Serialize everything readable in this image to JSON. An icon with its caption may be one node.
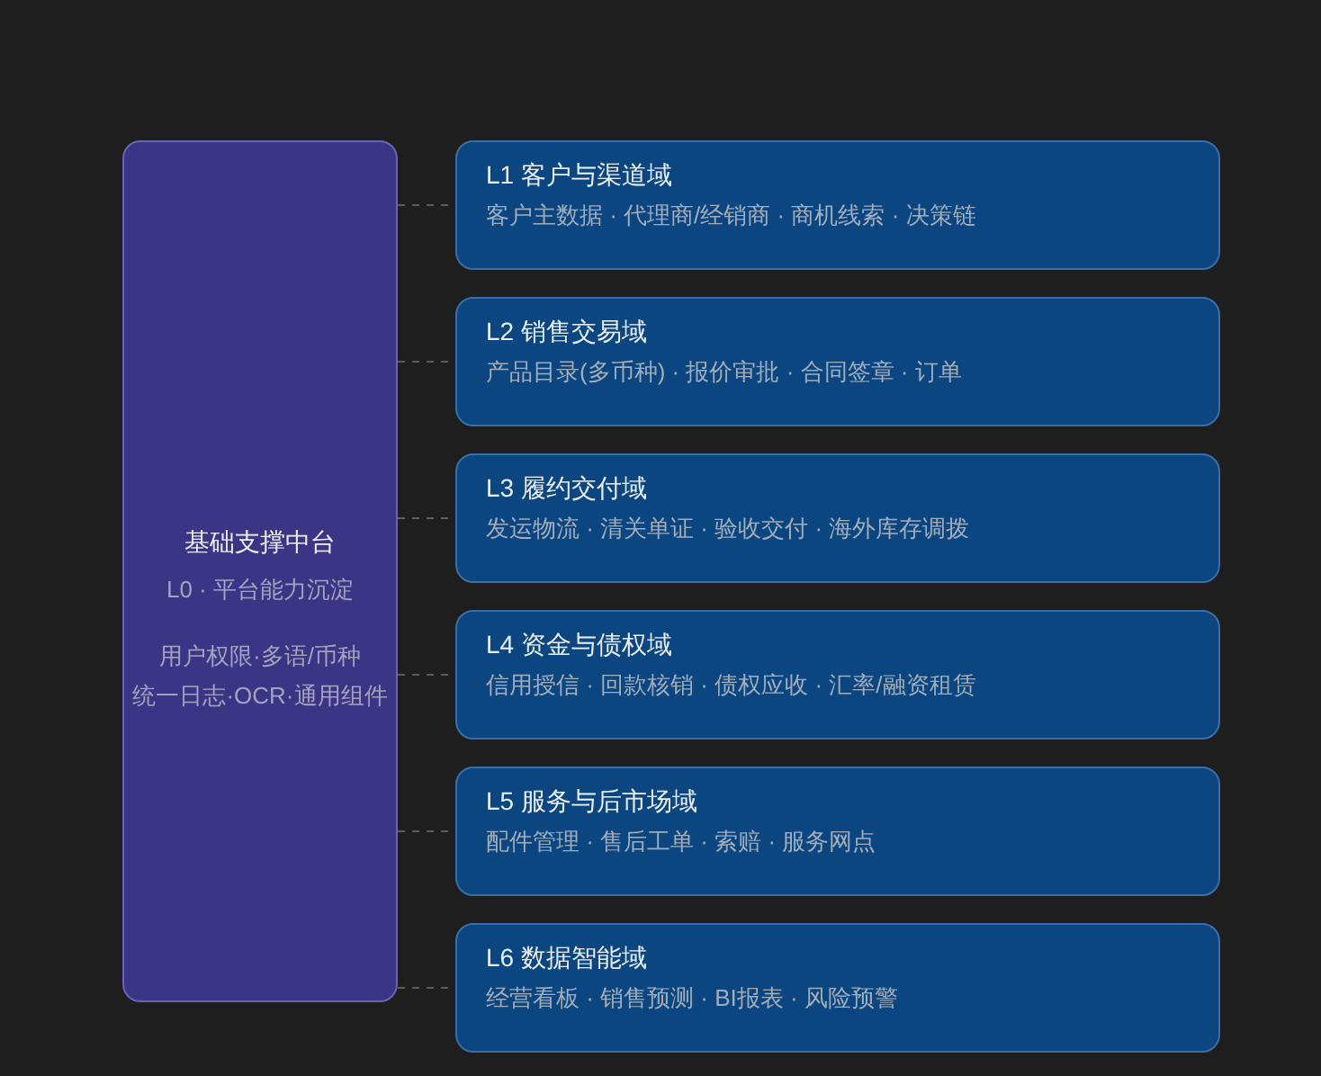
{
  "diagram": {
    "nodes": [
      {
        "text": [
          "基础支撑中台",
          "L0 · 平台能力沉淀",
          "用户权限·多语/币种",
          "统一日志·OCR·通用组件"
        ]
      },
      {
        "text": [
          "L1 客户与渠道域",
          "客户主数据 · 代理商/经销商 · 商机线索 · 决策链"
        ]
      },
      {
        "text": [
          "L2 销售交易域",
          "产品目录(多币种) · 报价审批 · 合同签章 · 订单"
        ]
      },
      {
        "text": [
          "L3 履约交付域",
          "发运物流 · 清关单证 · 验收交付 · 海外库存调拨"
        ]
      },
      {
        "text": [
          "L4 资金与债权域",
          "信用授信 · 回款核销 · 债权应收 · 汇率/融资租赁"
        ]
      },
      {
        "text": [
          "L5 服务与后市场域",
          "配件管理 · 售后工单 · 索赔 · 服务网点"
        ]
      },
      {
        "text": [
          "L6 数据智能域",
          "经营看板 · 销售预测 · BI报表 · 风险预警"
        ]
      }
    ],
    "edges": [
      {
        "from": 0,
        "to": 1,
        "arrow": "none",
        "style": "dashed"
      },
      {
        "from": 0,
        "to": 2,
        "arrow": "none",
        "style": "dashed"
      },
      {
        "from": 0,
        "to": 3,
        "arrow": "none",
        "style": "dashed"
      },
      {
        "from": 0,
        "to": 4,
        "arrow": "none",
        "style": "dashed"
      },
      {
        "from": 0,
        "to": 5,
        "arrow": "none",
        "style": "dashed"
      },
      {
        "from": 0,
        "to": 6,
        "arrow": "none",
        "style": "dashed"
      }
    ]
  }
}
